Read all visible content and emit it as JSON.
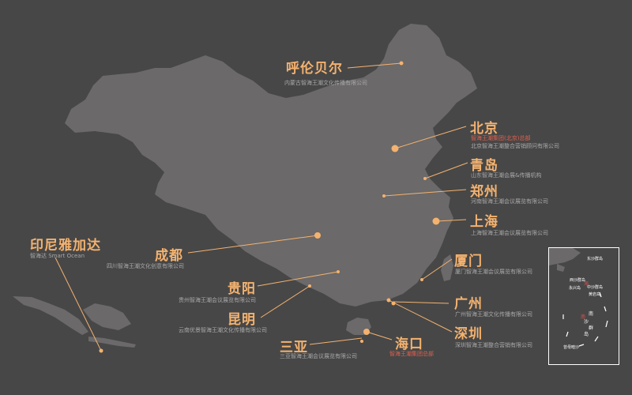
{
  "offices": [
    {
      "id": "hulunbuir",
      "city": "呼伦贝尔",
      "company": "内蒙古智海王潮文化传播有限公司"
    },
    {
      "id": "beijing",
      "city": "北京",
      "headquarters_note": "智海王潮集团(北京)总部",
      "company": "北京智海王潮整合营销顾问有限公司"
    },
    {
      "id": "qingdao",
      "city": "青岛",
      "company": "山东智海王潮会展&传播机构"
    },
    {
      "id": "zhengzhou",
      "city": "郑州",
      "company": "河南智海王潮会议展览有限公司"
    },
    {
      "id": "shanghai",
      "city": "上海",
      "company": "上海智海王潮会议展览有限公司"
    },
    {
      "id": "xiamen",
      "city": "厦门",
      "company": "厦门智海王潮会议展览有限公司"
    },
    {
      "id": "guangzhou",
      "city": "广州",
      "company": "广州智海王潮文化传播有限公司"
    },
    {
      "id": "shenzhen",
      "city": "深圳",
      "company": "深圳智海王潮整合营销有限公司"
    },
    {
      "id": "haikou",
      "city": "海口",
      "headquarters_note": "智海王潮集团总部"
    },
    {
      "id": "sanya",
      "city": "三亚",
      "company": "三亚智海王潮会议展览有限公司"
    },
    {
      "id": "kunming",
      "city": "昆明",
      "company": "云南优景智海王潮文化传播有限公司"
    },
    {
      "id": "guiyang",
      "city": "贵阳",
      "company": "贵州智海王潮会议展览有限公司"
    },
    {
      "id": "chengdu",
      "city": "成都",
      "company": "四川智海王潮文化创意有限公司"
    },
    {
      "id": "jakarta",
      "city": "印尼雅加达",
      "company": "智海达 Smart Ocean"
    }
  ],
  "inset": {
    "dongsha": "东沙群岛",
    "xisha": "西沙群岛",
    "zhongsha": "中沙群岛",
    "yongxing": "永兴岛",
    "huangyan": "黄岩岛",
    "nansha_1": "南",
    "nansha_2": "沙",
    "nansha_3": "群",
    "nansha_4": "岛",
    "hai": "海",
    "nan": "南",
    "zengmu": "曾母暗沙"
  },
  "colors": {
    "background": "#474747",
    "land": "#6b6969",
    "sea_label": "#ffffff",
    "accent_orange": "#f4b26f",
    "hq_red": "#e0604f",
    "subtitle_gray": "#a8a8a8"
  }
}
